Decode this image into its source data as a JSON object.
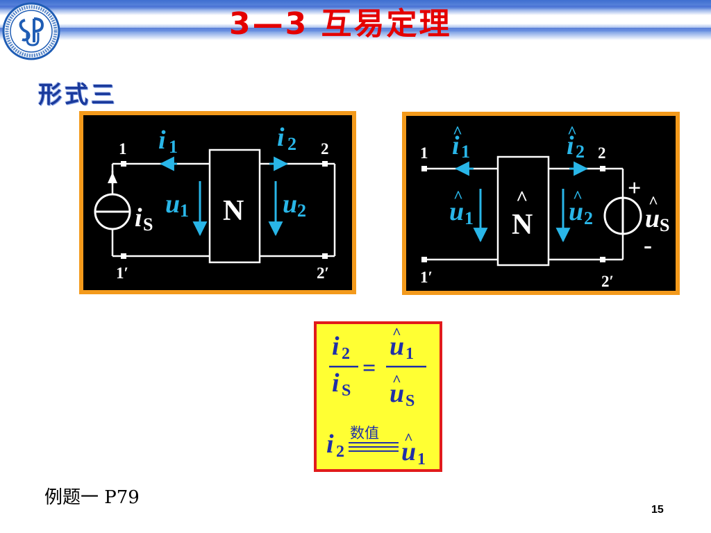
{
  "slide": {
    "title": "3—3 互易定理",
    "section_label": "形式三",
    "example_text": "例题一  P79",
    "page_number": "15"
  },
  "logo": {
    "name": "school-seal",
    "lettering": "Shanghai Second Polytechnic University 上海第二工业大学 SSPU"
  },
  "circuit_left": {
    "node_top_left": "1",
    "node_top_right": "2",
    "node_bottom_left": "1′",
    "node_bottom_right": "2′",
    "current_left": "i",
    "current_left_sub": "1",
    "current_right": "i",
    "current_right_sub": "2",
    "voltage_left": "u",
    "voltage_left_sub": "1",
    "voltage_right": "u",
    "voltage_right_sub": "2",
    "network": "N",
    "source": "i",
    "source_sub": "S"
  },
  "circuit_right": {
    "node_top_left": "1",
    "node_top_right": "2",
    "node_bottom_left": "1′",
    "node_bottom_right": "2′",
    "current_left": "i",
    "current_left_sub": "1",
    "current_right": "i",
    "current_right_sub": "2",
    "voltage_left": "u",
    "voltage_left_sub": "1",
    "voltage_right": "u",
    "voltage_right_sub": "2",
    "network": "N",
    "hat": "^",
    "source": "u",
    "source_sub": "S",
    "plus": "+",
    "minus": "-"
  },
  "formula": {
    "num_left": "i",
    "num_left_sub": "2",
    "den_left": "i",
    "den_left_sub": "S",
    "equals": "=",
    "num_right": "u",
    "num_right_sub": "1",
    "den_right": "u",
    "den_right_sub": "S",
    "hat": "^",
    "lhs": "i",
    "lhs_sub": "2",
    "relation_label": "数值",
    "rhs": "u",
    "rhs_sub": "1"
  },
  "colors": {
    "title": "#e40000",
    "circuit_bg": "#000000",
    "circuit_frame": "#f39a1c",
    "arrow": "#29b6e8",
    "formula_bg": "#ffff33",
    "formula_border": "#e11b1b",
    "formula_symbol": "#1f2fa8"
  }
}
